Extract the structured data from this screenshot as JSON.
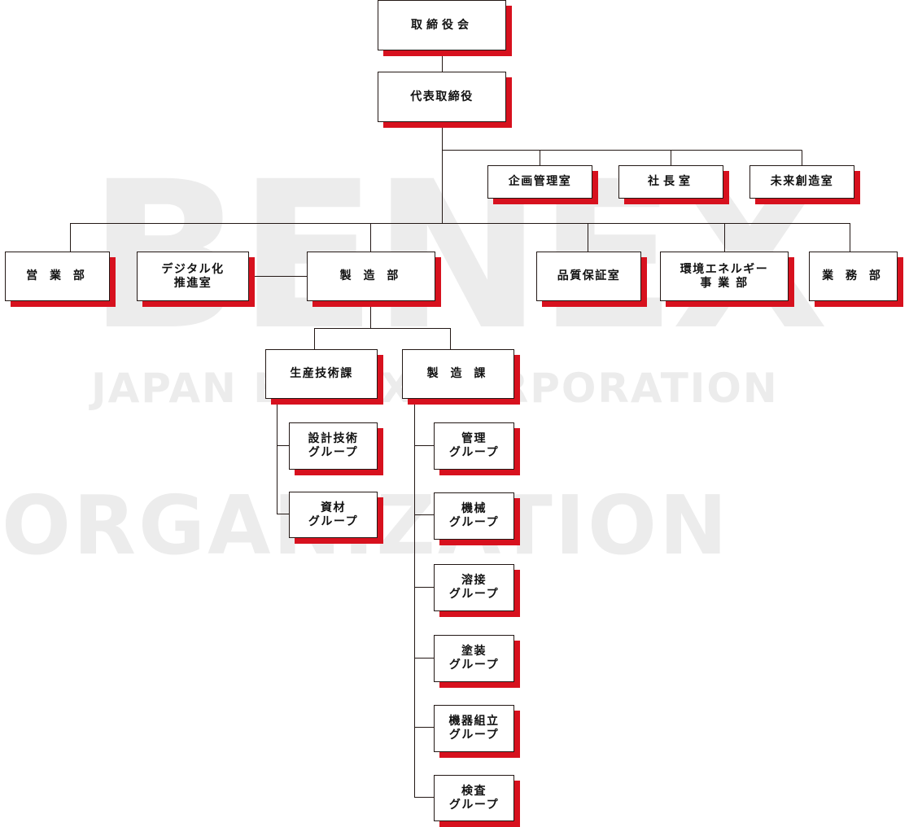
{
  "watermark": {
    "brand": "BENEX",
    "company": "JAPAN BENEX CORPORATION",
    "title": "ORGANIZATION"
  },
  "colors": {
    "shadow": "#d7111e",
    "border": "#231815",
    "line": "#231815",
    "watermark": "#ececec"
  },
  "nodes": {
    "board": "取締役会",
    "president": "代表取締役",
    "planning": "企画管理室",
    "president_office": "社長室",
    "future": "未来創造室",
    "sales": "営 業 部",
    "digital": "デジタル化\n推進室",
    "manufacturing": "製 造 部",
    "quality": "品質保証室",
    "energy": "環境エネルギー\n事 業 部",
    "business": "業 務 部",
    "production_tech": "生産技術課",
    "manufacturing_sec": "製 造 課",
    "design": "設計技術\nグループ",
    "materials": "資材\nグループ",
    "management": "管理\nグループ",
    "machinery": "機械\nグループ",
    "welding": "溶接\nグループ",
    "painting": "塗装\nグループ",
    "assembly": "機器組立\nグループ",
    "inspection": "検査\nグループ"
  }
}
